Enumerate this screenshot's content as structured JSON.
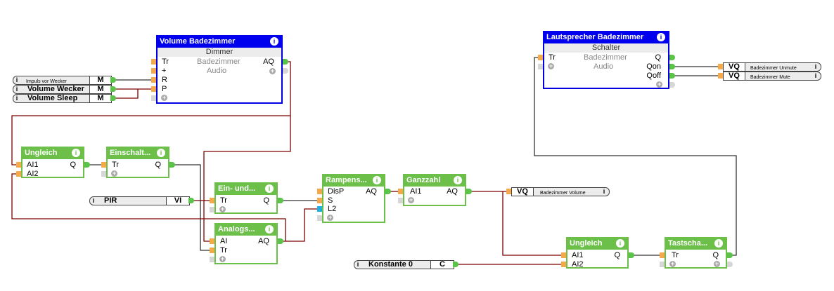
{
  "colors": {
    "green_header": "#6cc04a",
    "blue_header": "#0000ee",
    "wire_analog": "#7a0000",
    "wire_digital": "#333333",
    "pin_input": "#f5a94a",
    "pin_output": "#5bc24a",
    "pin_l2": "#1fb0e0"
  },
  "blocks": {
    "volume": {
      "title": "Volume Badezimmer",
      "type": "Dimmer",
      "room": "Badezimmer",
      "category": "Audio",
      "inputs": [
        "Tr",
        "+",
        "R",
        "P"
      ],
      "outputs": [
        "AQ"
      ]
    },
    "lautsprecher": {
      "title": "Lautsprecher Badezimmer",
      "type": "Schalter",
      "room": "Badezimmer",
      "category": "Audio",
      "inputs": [
        "Tr"
      ],
      "outputs": [
        "Q",
        "Qon",
        "Qoff"
      ]
    },
    "ungleich1": {
      "title": "Ungleich",
      "inputs": [
        "AI1",
        "AI2"
      ],
      "outputs": [
        "Q"
      ]
    },
    "einschalt": {
      "title": "Einschalt...",
      "inputs": [
        "Tr"
      ],
      "outputs": [
        "Q"
      ]
    },
    "einund": {
      "title": "Ein- und...",
      "inputs": [
        "Tr"
      ],
      "outputs": [
        "Q"
      ]
    },
    "analogs": {
      "title": "Analogs...",
      "inputs": [
        "AI",
        "Tr"
      ],
      "outputs": [
        "AQ"
      ]
    },
    "rampens": {
      "title": "Rampens...",
      "inputs": [
        "DisP",
        "S",
        "L2"
      ],
      "outputs": [
        "AQ"
      ]
    },
    "ganzzahl": {
      "title": "Ganzzahl",
      "inputs": [
        "AI1"
      ],
      "outputs": [
        "AQ"
      ]
    },
    "ungleich2": {
      "title": "Ungleich",
      "inputs": [
        "AI1",
        "AI2"
      ],
      "outputs": [
        "Q"
      ]
    },
    "tastschalter": {
      "title": "Tastscha...",
      "inputs": [
        "Tr"
      ],
      "outputs": [
        "Q"
      ]
    }
  },
  "memory_inputs": [
    {
      "label": "Impuls vor Wecker",
      "tag": "M"
    },
    {
      "label": "Volume Wecker",
      "tag": "M"
    },
    {
      "label": "Volume Sleep",
      "tag": "M"
    }
  ],
  "virtual_inputs": [
    {
      "label": "PIR",
      "tag": "VI"
    }
  ],
  "constants": [
    {
      "label": "Konstante 0",
      "tag": "C"
    }
  ],
  "virtual_outputs": [
    {
      "tag": "VQ",
      "label": "Badezimmer Unmute"
    },
    {
      "tag": "VQ",
      "label": "Badezimmer Mute"
    },
    {
      "tag": "VQ",
      "label": "Badezimmer Volume"
    }
  ],
  "icons": {
    "info": "i",
    "add": "+"
  }
}
